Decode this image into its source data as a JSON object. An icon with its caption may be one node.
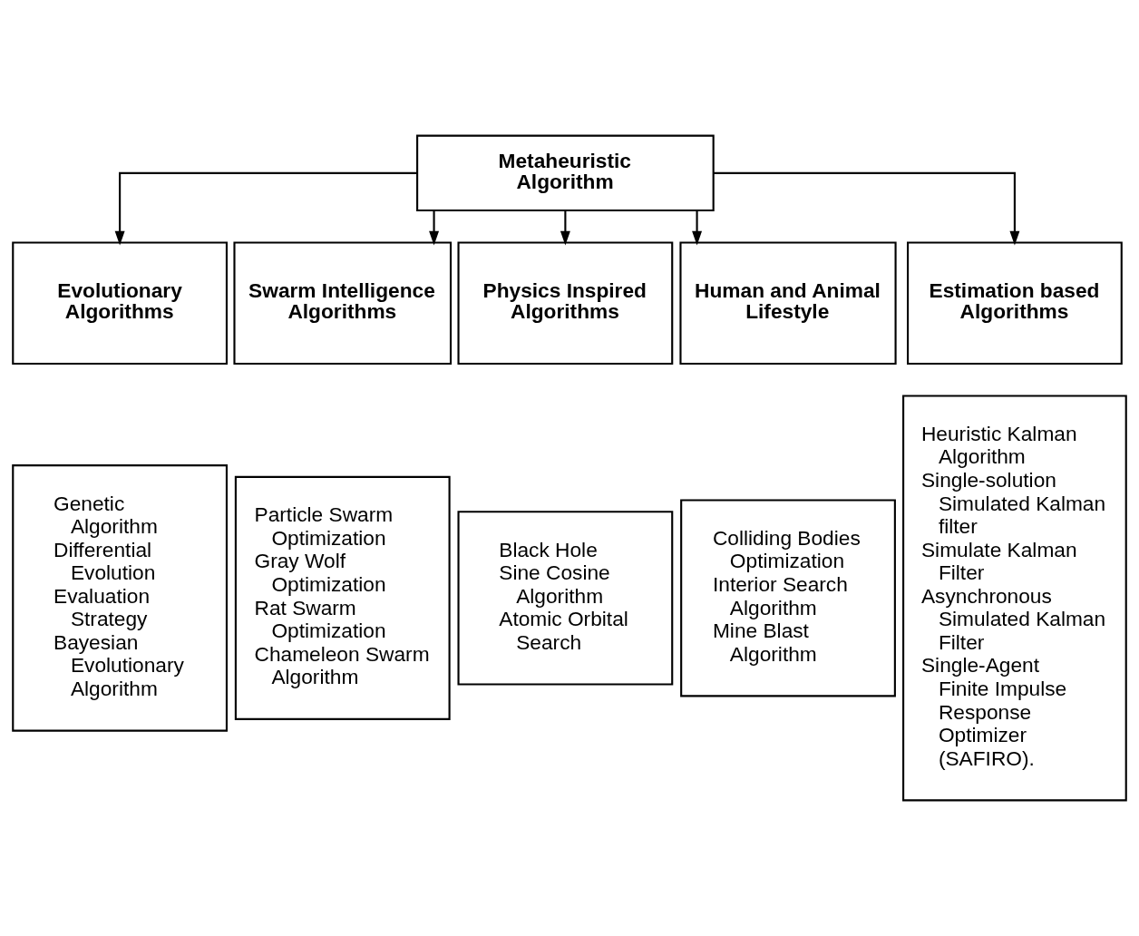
{
  "diagram": {
    "nodes": [
      {
        "text": [
          "Metaheuristic Algorithm"
        ]
      },
      {
        "text": [
          "Evolutionary Algorithms"
        ]
      },
      {
        "text": [
          "Swarm Intelligence Algorithms"
        ]
      },
      {
        "text": [
          "Physics Inspired Algorithms"
        ]
      },
      {
        "text": [
          "Human and Animal Lifestyle"
        ]
      },
      {
        "text": [
          "Estimation based Algorithms"
        ]
      },
      {
        "text": [
          "Genetic Algorithm",
          "Differential Evolution",
          "Evaluation Strategy",
          "Bayesian Evolutionary Algorithm"
        ]
      },
      {
        "text": [
          "Particle Swarm Optimization",
          "Gray Wolf Optimization",
          "Rat Swarm Optimization",
          "Chameleon Swarm Algorithm"
        ]
      },
      {
        "text": [
          "Black Hole",
          "Sine Cosine Algorithm",
          "Atomic Orbital Search"
        ]
      },
      {
        "text": [
          "Colliding Bodies Optimization",
          "Interior Search Algorithm",
          "Mine Blast Algorithm"
        ]
      },
      {
        "text": [
          "Heuristic Kalman Algorithm",
          "Single-solution Simulated Kalman filter",
          "Simulate Kalman Filter",
          "Asynchronous Simulated Kalman Filter",
          "Single-Agent Finite Impulse Response Optimizer (SAFIRO)."
        ]
      }
    ],
    "edges": [
      {
        "from": 0,
        "to": 1,
        "arrow": "to"
      },
      {
        "from": 0,
        "to": 2,
        "arrow": "to"
      },
      {
        "from": 0,
        "to": 3,
        "arrow": "to"
      },
      {
        "from": 0,
        "to": 4,
        "arrow": "to"
      },
      {
        "from": 0,
        "to": 5,
        "arrow": "to"
      }
    ]
  }
}
